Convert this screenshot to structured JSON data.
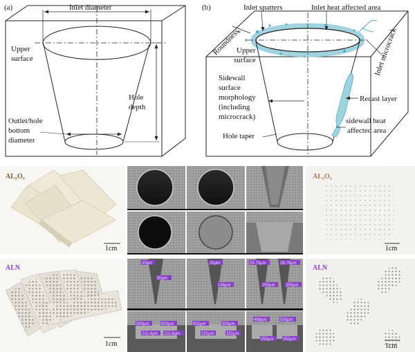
{
  "panel_a": {
    "tag": "(a)",
    "labels": {
      "inlet_diameter": "Inlet diameter",
      "upper_surface_1": "Upper",
      "upper_surface_2": "surface",
      "outlet_1": "Outlet/hole",
      "outlet_2": "bottom",
      "outlet_3": "diameter",
      "hole_depth_1": "Hole",
      "hole_depth_2": "depth"
    }
  },
  "panel_b": {
    "tag": "(b)",
    "labels": {
      "inlet_spatters": "Inlet spatters",
      "inlet_haz": "Inlet heat affected area",
      "roundness": "Roundness",
      "inlet_microcrack": "Inlet microcrack",
      "upper_surface_1": "Upper",
      "upper_surface_2": "surface",
      "sidewall_1": "Sidewall",
      "sidewall_2": "surface",
      "sidewall_3": "morphology",
      "sidewall_4": "(including",
      "sidewall_5": "microcrack)",
      "recast": "Recast layer",
      "sidewall_haz_1": "sidewall heat",
      "sidewall_haz_2": "affected area",
      "hole_taper": "Hole taper"
    }
  },
  "photos": {
    "al2o3_tag": "AL₂O₃",
    "aln_tag": "ALN",
    "scale": "1cm"
  },
  "sem_labels": {
    "row3": [
      "20μm",
      "50μm",
      "20μm",
      "145μm",
      "25.75μm",
      "26.75μm",
      "250μm",
      "250μm"
    ],
    "row4": [
      "500μm",
      "502μm",
      "211.4μm",
      "211.8μm",
      "502μm",
      "500μm",
      "151μm",
      "151μm",
      "499μm",
      "500μm",
      "250μm",
      "252μm"
    ]
  },
  "colors": {
    "haz": "#9fd3e0",
    "haz_stroke": "#4aa9c4",
    "sem_tag": "#8a3fc7",
    "ceramic": "#ece6d2"
  }
}
